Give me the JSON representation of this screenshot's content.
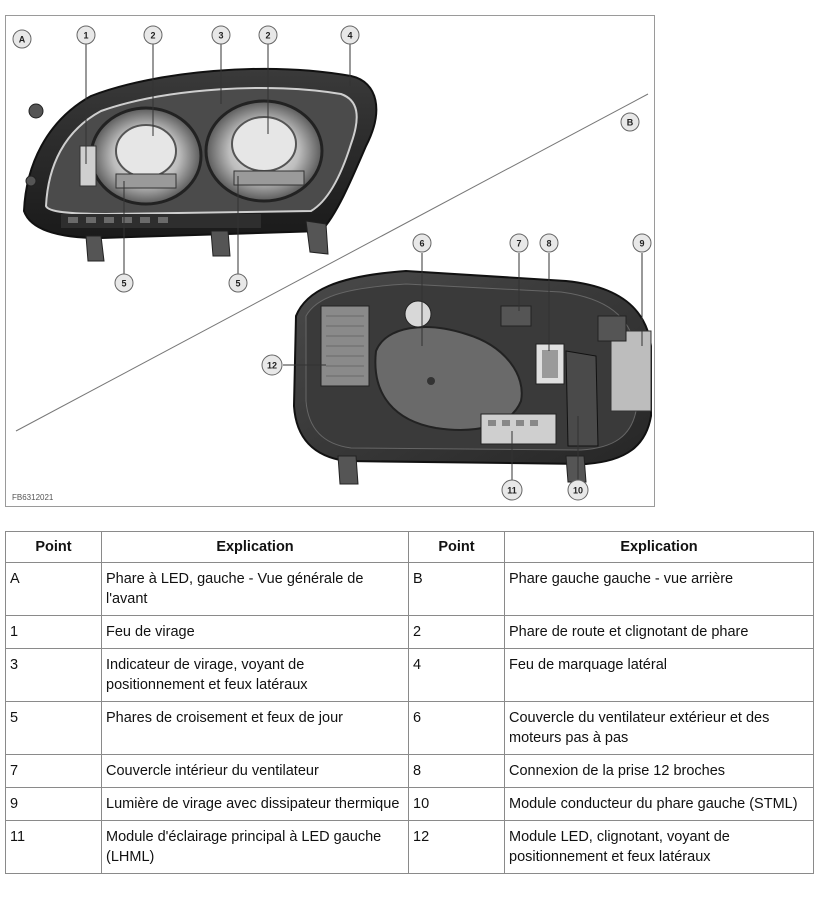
{
  "figure": {
    "code": "FB6312021",
    "views": {
      "a": "A",
      "b": "B"
    },
    "callouts": {
      "c1": "1",
      "c2a": "2",
      "c3": "3",
      "c2b": "2",
      "c4": "4",
      "c5a": "5",
      "c5b": "5",
      "c6": "6",
      "c7": "7",
      "c8": "8",
      "c9": "9",
      "c12": "12",
      "c11": "11",
      "c10": "10"
    }
  },
  "table": {
    "headers": [
      "Point",
      "Explication",
      "Point",
      "Explication"
    ],
    "rows": [
      {
        "p1": "A",
        "e1": "Phare à LED, gauche - Vue générale de l'avant",
        "p2": "B",
        "e2": "Phare gauche gauche - vue arrière"
      },
      {
        "p1": "1",
        "e1": "Feu de virage",
        "p2": "2",
        "e2": "Phare de route et clignotant de phare"
      },
      {
        "p1": "3",
        "e1": "Indicateur de virage, voyant de positionnement et feux latéraux",
        "p2": "4",
        "e2": "Feu de marquage latéral"
      },
      {
        "p1": "5",
        "e1": "Phares de croisement et feux de jour",
        "p2": "6",
        "e2": "Couvercle du ventilateur extérieur et des moteurs pas à pas"
      },
      {
        "p1": "7",
        "e1": "Couvercle intérieur du ventilateur",
        "p2": "8",
        "e2": "Connexion de la prise 12 broches"
      },
      {
        "p1": "9",
        "e1": "Lumière de virage avec dissipateur thermique",
        "p2": "10",
        "e2": "Module conducteur du phare gauche (STML)"
      },
      {
        "p1": "11",
        "e1": "Module d'éclairage principal à LED gauche (LHML)",
        "p2": "12",
        "e2": "Module LED, clignotant, voyant de positionnement et feux latéraux"
      }
    ]
  }
}
